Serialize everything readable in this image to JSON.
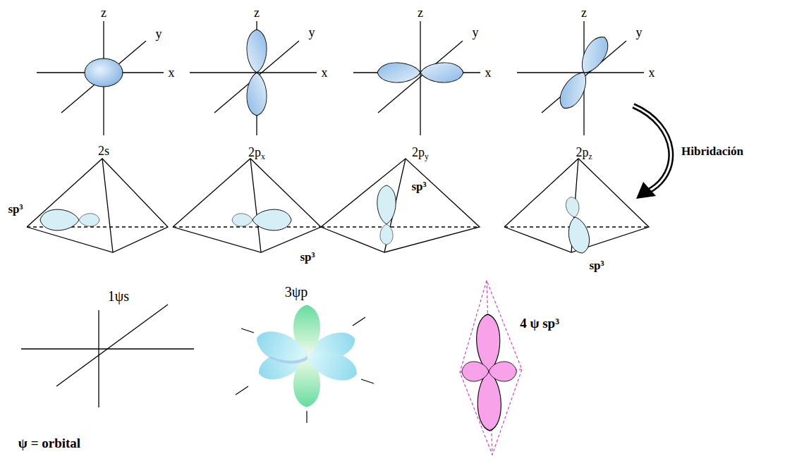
{
  "diagram": {
    "labels": [
      "z",
      "y",
      "x",
      "2s",
      "z",
      "y",
      "x",
      "2px",
      "z",
      "y",
      "x",
      "2py",
      "z",
      "y",
      "x",
      "2pz",
      "Hibridación",
      "sp³",
      "sp³",
      "sp³",
      "sp³",
      "1ψs",
      "3ψp",
      "4 ψ sp³",
      "ψ = orbital"
    ]
  }
}
